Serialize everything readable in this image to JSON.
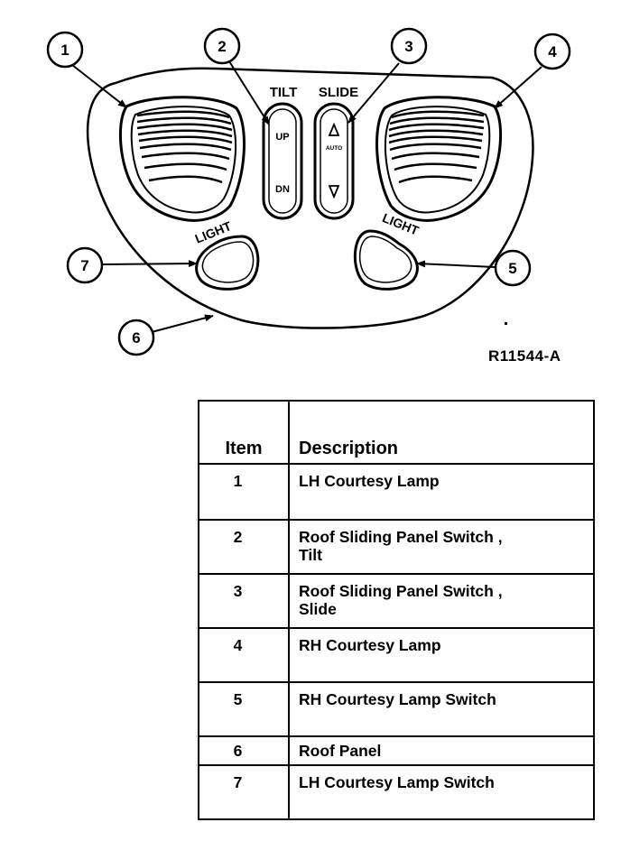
{
  "diagram": {
    "panel_labels": {
      "tilt": "TILT",
      "slide": "SLIDE",
      "up": "UP",
      "dn": "DN",
      "auto": "AUTO",
      "light_left": "LIGHT",
      "light_right": "LIGHT"
    },
    "callouts": [
      "1",
      "2",
      "3",
      "4",
      "5",
      "6",
      "7"
    ],
    "figure_id": "R11544-A"
  },
  "table": {
    "headers": {
      "item": "Item",
      "description": "Description"
    },
    "rows": [
      {
        "item": "1",
        "desc_line1": "LH Courtesy Lamp",
        "desc_line2": ""
      },
      {
        "item": "2",
        "desc_line1": "Roof Sliding Panel Switch ,",
        "desc_line2": "Tilt"
      },
      {
        "item": "3",
        "desc_line1": "Roof Sliding Panel Switch ,",
        "desc_line2": "Slide"
      },
      {
        "item": "4",
        "desc_line1": "RH Courtesy Lamp",
        "desc_line2": ""
      },
      {
        "item": "5",
        "desc_line1": "RH Courtesy Lamp Switch",
        "desc_line2": ""
      },
      {
        "item": "6",
        "desc_line1": "Roof Panel",
        "desc_line2": ""
      },
      {
        "item": "7",
        "desc_line1": "LH Courtesy Lamp Switch",
        "desc_line2": ""
      }
    ]
  }
}
